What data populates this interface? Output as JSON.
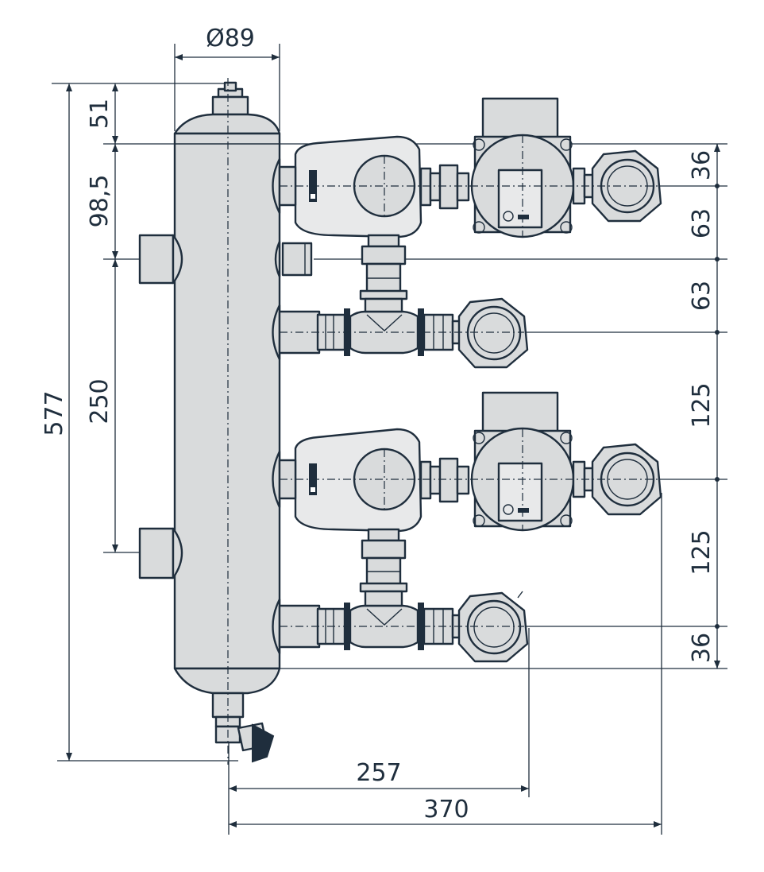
{
  "dimensions": {
    "top_diameter": "Ø89",
    "left_51": "51",
    "left_98_5": "98,5",
    "left_250": "250",
    "left_577": "577",
    "right_36_top": "36",
    "right_63_a": "63",
    "right_63_b": "63",
    "right_125_a": "125",
    "right_125_b": "125",
    "right_36_bottom": "36",
    "bottom_257": "257",
    "bottom_370": "370"
  },
  "colors": {
    "line": "#1f2e3d",
    "fill": "#d9dbdc"
  }
}
